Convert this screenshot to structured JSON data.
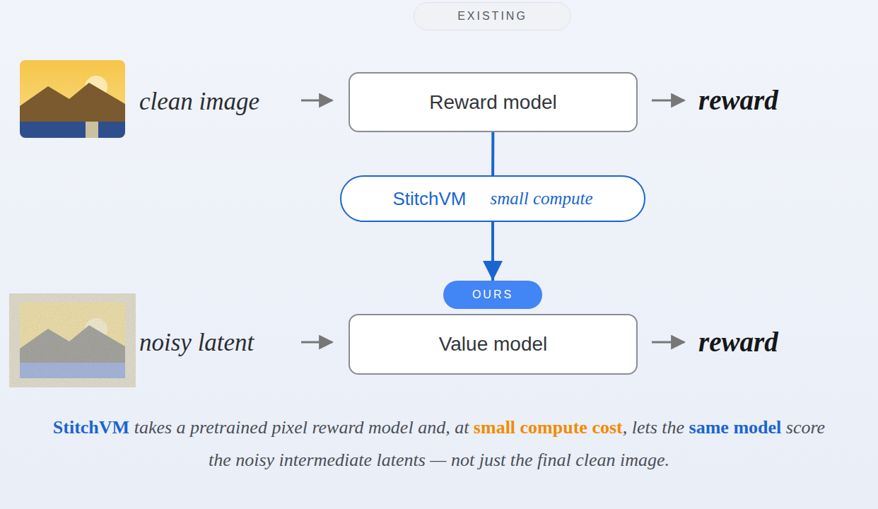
{
  "diagram": {
    "caption": "StitchVM takes a pretrained pixel reward model and, at small compute cost, lets the same model score the noisy intermediate latents — not just the final clean image.",
    "nodes": [
      {
        "text": [
          "EXISTING"
        ]
      },
      {
        "text": [
          "Reward model"
        ]
      },
      {
        "text": [
          "StitchVM",
          "small compute"
        ]
      },
      {
        "text": [
          "OURS"
        ]
      },
      {
        "text": [
          "Value model"
        ]
      }
    ],
    "edges": [
      {
        "from": 1,
        "to": 2,
        "arrow": "none"
      },
      {
        "from": 2,
        "to": 3,
        "arrow": "to"
      }
    ],
    "labels": [
      "clean image",
      "reward",
      "noisy latent",
      "reward"
    ]
  }
}
